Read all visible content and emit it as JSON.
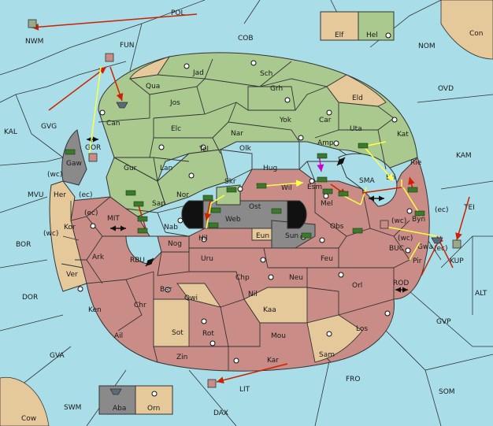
{
  "colors": {
    "sea": "#a9dde8",
    "green": "#a9c98f",
    "tan": "#e6c99b",
    "rose": "#c98c86",
    "grey": "#8a8a8a",
    "orange_corner": "#e6c99b",
    "border": "#333333",
    "arrow_red": "#cc2200",
    "arrow_yellow": "#ffff44",
    "arrow_magenta": "#cc00cc",
    "unit_army": "#3a7a2a",
    "unit_fleet": "#5a6a7a"
  },
  "sea_labels": {
    "POL": "POL",
    "NWM": "NWM",
    "FUN": "FUN",
    "COB": "COB",
    "NOM": "NOM",
    "OVD": "OVD",
    "KAL": "KAL",
    "GVG": "GVG",
    "GOR": "GOR",
    "KAM": "KAM",
    "MVU": "MVU",
    "SMA": "SMA",
    "TEI": "TEI",
    "MIT": "MIT",
    "BOR": "BOR",
    "RBU": "RBU",
    "BUC": "BUC",
    "KUP": "KUP",
    "ROD": "ROD",
    "ALT": "ALT",
    "DOR": "DOR",
    "GVP": "GVP",
    "GVA": "GVA",
    "FRO": "FRO",
    "SOM": "SOM",
    "SWM": "SWM",
    "LIT": "LIT",
    "DAX": "DAX",
    "Con": "Con",
    "Cow": "Cow"
  },
  "land_labels": {
    "Elf": "Elf",
    "Hel": "Hel",
    "Jad": "Jad",
    "Sch": "Sch",
    "Qua": "Qua",
    "Jos": "Jos",
    "Grh": "Grh",
    "Eld": "Eld",
    "Can": "Can",
    "Yok": "Yok",
    "Car": "Car",
    "Uta": "Uta",
    "Kat": "Kat",
    "Elc": "Elc",
    "Nar": "Nar",
    "Tel": "Tel",
    "Olk": "Olk",
    "Amp": "Amp",
    "Rie": "Rie",
    "Gaw": "Gaw",
    "Gur": "Gur",
    "Lan": "Lan",
    "Hug": "Hug",
    "Bri": "Bri",
    "Skr": "Skr",
    "Wil": "Wil",
    "Esm": "Esm",
    "Nor": "Nor",
    "Her": "Her",
    "Sap": "Sap",
    "Ost": "Ost",
    "Mel": "Mel",
    "Byn": "Byn",
    "Web": "Web",
    "Kor": "Kor",
    "Nab": "Nab",
    "Hil": "Hil",
    "Eun": "Eun",
    "Sun": "Sun",
    "Obs": "Obs",
    "Gwa": "Gwa",
    "Nog": "Nog",
    "Pir": "Pir",
    "Ark": "Ark",
    "Uru": "Uru",
    "Feu": "Feu",
    "Ver": "Ver",
    "Chp": "Chp",
    "Neu": "Neu",
    "Orl": "Orl",
    "Bar": "Bar",
    "Qwi": "Qwi",
    "Nil": "Nil",
    "Ken": "Ken",
    "Chr": "Chr",
    "Kaa": "Kaa",
    "Los": "Los",
    "Ail": "Ail",
    "Sot": "Sot",
    "Rot": "Rot",
    "Mou": "Mou",
    "Sam": "Sam",
    "Zin": "Zin",
    "Kar": "Kar",
    "Aba": "Aba",
    "Orn": "Orn"
  },
  "coast_labels": {
    "wc_her": "(wc)",
    "ec_her": "(ec)",
    "ec_kor": "(ec)",
    "wc_kor": "(wc)",
    "wc_byn": "(wc)",
    "ec_byn": "(ec)",
    "wc_gwa": "(wc)",
    "ec_gwa": "(ec)"
  }
}
